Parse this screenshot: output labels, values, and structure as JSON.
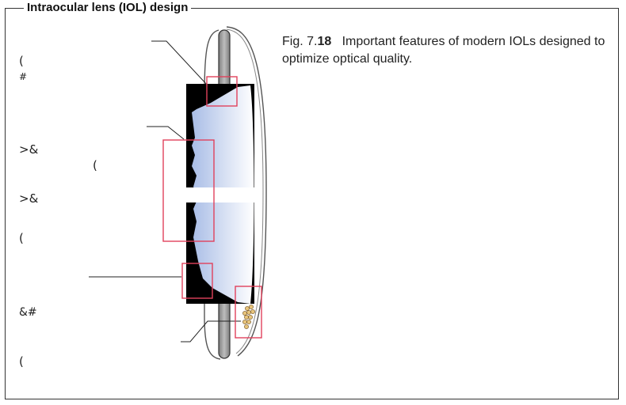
{
  "figure": {
    "title": "Intraocular lens (IOL) design",
    "caption_prefix": "Fig. 7.",
    "caption_number": "18",
    "caption_text": "Important features of modern IOLs designed to optimize optical quality."
  },
  "labels": [
    {
      "id": "label-1",
      "text": "("
    },
    {
      "id": "label-2",
      "text": "#"
    },
    {
      "id": "label-3",
      "text": ">&"
    },
    {
      "id": "label-4",
      "text": "("
    },
    {
      "id": "label-5",
      "text": ">&"
    },
    {
      "id": "label-6",
      "text": "("
    },
    {
      "id": "label-7",
      "text": "&#"
    },
    {
      "id": "label-8",
      "text": "("
    }
  ],
  "colors": {
    "highlight_box": "#e0415c",
    "lens_dark": "#000000",
    "lens_gradient_start": "#a9bde6",
    "lens_gradient_end": "#ffffff",
    "haptic_fill": "#9a9a9a",
    "leader_line": "#222222"
  }
}
